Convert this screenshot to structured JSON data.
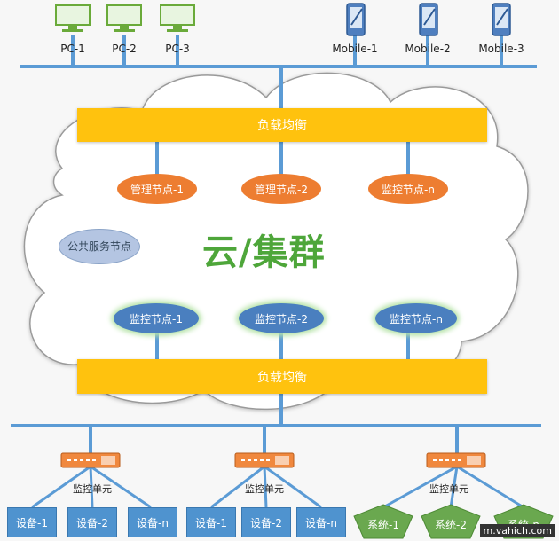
{
  "clients": {
    "pcs": [
      "PC-1",
      "PC-2",
      "PC-3"
    ],
    "mobiles": [
      "Mobile-1",
      "Mobile-2",
      "Mobile-3"
    ]
  },
  "load_balancers": {
    "top": "负载均衡",
    "bottom": "负载均衡"
  },
  "cloud": {
    "title": "云/集群",
    "management_nodes": [
      "管理节点-1",
      "管理节点-2",
      "监控节点-n"
    ],
    "public_service": "公共服务节点",
    "monitor_nodes": [
      "监控节点-1",
      "监控节点-2",
      "监控节点-n"
    ]
  },
  "monitor_units": {
    "label": "监控单元"
  },
  "groups": [
    {
      "type": "device",
      "items": [
        "设备-1",
        "设备-2",
        "设备-n"
      ]
    },
    {
      "type": "device",
      "items": [
        "设备-1",
        "设备-2",
        "设备-n"
      ]
    },
    {
      "type": "system",
      "items": [
        "系统-1",
        "系统-2",
        "系统-n"
      ]
    }
  ],
  "watermark": "m.vahich.com",
  "colors": {
    "line": "#5b9bd5",
    "load_balancer": "#ffc20e",
    "management_node": "#ed7d31",
    "monitor_node": "#4a7fbf",
    "device": "#4f93cf",
    "system": "#6aa84f",
    "cloud_title": "#4ea63a"
  }
}
